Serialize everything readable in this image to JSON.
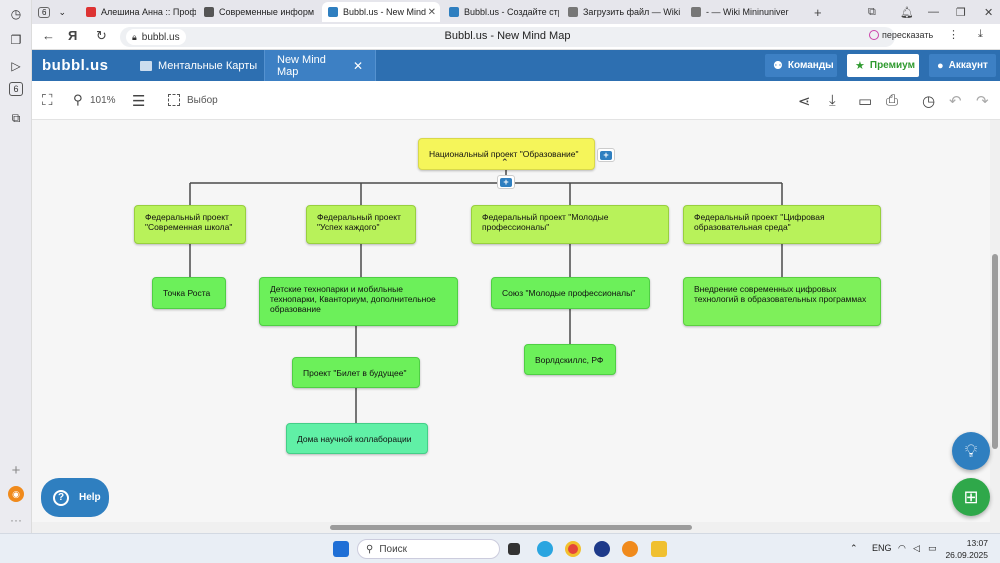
{
  "browser": {
    "tab_counter": "6",
    "tabs": [
      {
        "label": "Алешина Анна :: Проф",
        "color": "#d33"
      },
      {
        "label": "Современные информ",
        "color": "#555"
      },
      {
        "label": "Bubbl.us - New Mind",
        "color": "#2f7fc0",
        "active": true
      },
      {
        "label": "Bubbl.us - Создайте стр",
        "color": "#2f7fc0"
      },
      {
        "label": "Загрузить файл — Wiki",
        "color": "#777"
      },
      {
        "label": "- — Wiki Mininuniver",
        "color": "#777"
      }
    ],
    "url": "bubbl.us",
    "page_title": "Bubbl.us - New Mind Map",
    "retell_label": "пересказать"
  },
  "app": {
    "logo": "bubbl.us",
    "maps_tab": "Ментальные Карты",
    "current_tab": "New Mind Map",
    "teams_button": "Команды",
    "premium_button": "Премиум",
    "account_button": "Аккаунт"
  },
  "toolbar": {
    "zoom": "101%",
    "select_label": "Выбор"
  },
  "mindmap": {
    "root": "Национальный проект \"Образование\"",
    "fed1": "Федеральный проект \"Современная школа\"",
    "fed2": "Федеральный проект \"Успех каждого\"",
    "fed3": "Федеральный проект \"Молодые профессионалы\"",
    "fed4": "Федеральный проект \"Цифровая образовательная среда\"",
    "n_tochka": "Точка Роста",
    "n_tech": "Детские технопарки и мобильные технопарки, Кванториум, дополнительное образование",
    "n_bilet": "Проект \"Билет в будущее\"",
    "n_doma": "Дома научной коллаборации",
    "n_soyuz": "Союз \"Молодые профессионалы\"",
    "n_worldskills": "Ворлдскиллс, РФ",
    "n_digital": "Внедрение современных цифровых технологий в образовательных программах"
  },
  "help_label": "Help",
  "taskbar": {
    "search_placeholder": "Поиск",
    "lang": "ENG",
    "time": "13:07",
    "date": "26.09.2025"
  },
  "colors": {
    "app_header": "#2d6fb1",
    "accent": "#2f7fc0",
    "node_yellow": "#f5f55a",
    "node_lime": "#b8f25a",
    "node_green": "#6cf05a",
    "node_mint": "#60f0a6"
  }
}
